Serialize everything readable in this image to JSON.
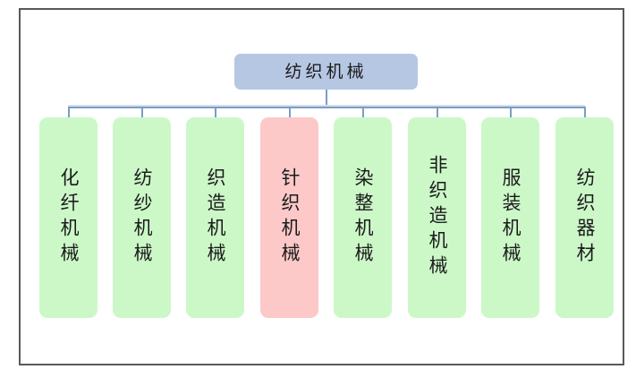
{
  "diagram": {
    "type": "org-chart",
    "orientation": "top-down",
    "frame": {
      "border_color": "#595959"
    },
    "connector_color": "#7e9cc4",
    "root": {
      "label": "纺织机械",
      "fill_color": "#b6c7e4"
    },
    "children": [
      {
        "label": "化纤机械",
        "fill_color": "#ccf8c8",
        "highlighted": false
      },
      {
        "label": "纺纱机械",
        "fill_color": "#ccf8c8",
        "highlighted": false
      },
      {
        "label": "织造机械",
        "fill_color": "#ccf8c8",
        "highlighted": false
      },
      {
        "label": "针织机械",
        "fill_color": "#fcc8c8",
        "highlighted": true
      },
      {
        "label": "染整机械",
        "fill_color": "#ccf8c8",
        "highlighted": false
      },
      {
        "label": "非织造机械",
        "fill_color": "#ccf8c8",
        "highlighted": false
      },
      {
        "label": "服装机械",
        "fill_color": "#ccf8c8",
        "highlighted": false
      },
      {
        "label": "纺织器材",
        "fill_color": "#ccf8c8",
        "highlighted": false
      }
    ]
  }
}
